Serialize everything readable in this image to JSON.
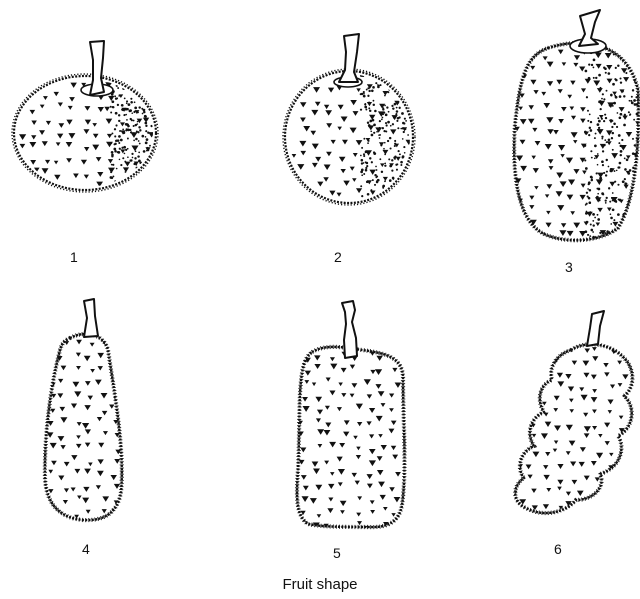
{
  "figure": {
    "caption": "Fruit shape",
    "ink_color": "#111111",
    "background": "#ffffff"
  },
  "fruits": [
    {
      "label": "1",
      "shape": "flattened round, wide"
    },
    {
      "label": "2",
      "shape": "round"
    },
    {
      "label": "3",
      "shape": "oblong"
    },
    {
      "label": "4",
      "shape": "clavate / pear-elongate"
    },
    {
      "label": "5",
      "shape": "cylindrical"
    },
    {
      "label": "6",
      "shape": "irregular lobed"
    }
  ]
}
